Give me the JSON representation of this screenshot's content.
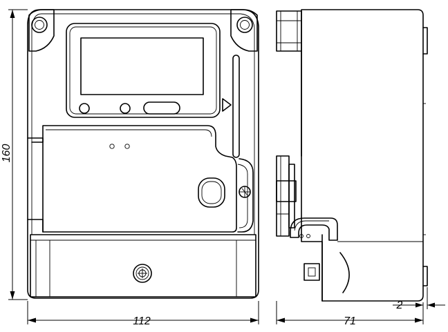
{
  "dimensions": {
    "height_label": "160",
    "width_label": "112",
    "depth_label": "71",
    "offset_label": "2"
  }
}
